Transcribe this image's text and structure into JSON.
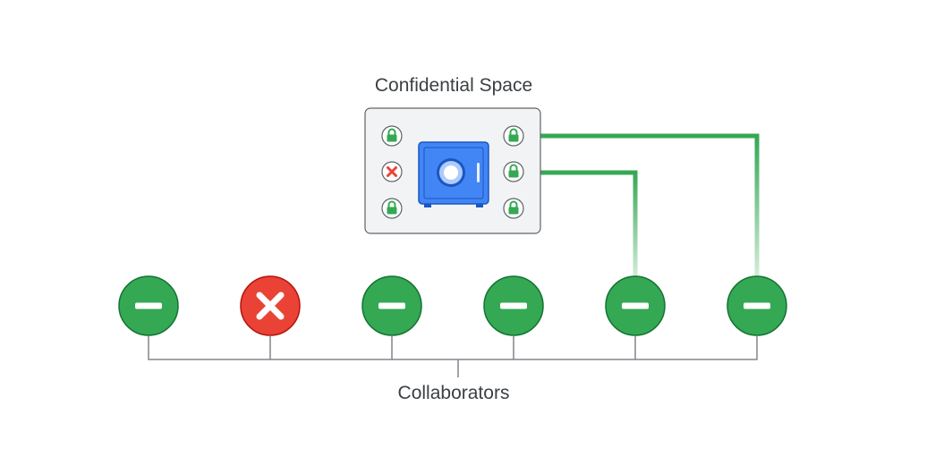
{
  "diagram": {
    "title": "Confidential Space",
    "collaborators_label": "Collaborators",
    "colors": {
      "access_granted": "#34a853",
      "access_denied": "#ea4335",
      "safe": "#4285f4",
      "panel_bg": "#f1f3f4",
      "panel_border": "#5f6368",
      "bracket": "#80868b"
    },
    "collaborators": [
      {
        "id": "collaborator-1",
        "status": "granted",
        "icon": "minus-icon",
        "port": "left-top"
      },
      {
        "id": "collaborator-2",
        "status": "denied",
        "icon": "close-icon",
        "port": "left-middle"
      },
      {
        "id": "collaborator-3",
        "status": "granted",
        "icon": "minus-icon",
        "port": "left-bottom"
      },
      {
        "id": "collaborator-4",
        "status": "granted",
        "icon": "minus-icon",
        "port": "right-bottom"
      },
      {
        "id": "collaborator-5",
        "status": "granted",
        "icon": "minus-icon",
        "port": "right-middle"
      },
      {
        "id": "collaborator-6",
        "status": "granted",
        "icon": "minus-icon",
        "port": "right-top"
      }
    ],
    "ports": [
      {
        "id": "left-top",
        "icon": "lock-icon"
      },
      {
        "id": "left-middle",
        "icon": "close-icon"
      },
      {
        "id": "left-bottom",
        "icon": "lock-icon"
      },
      {
        "id": "right-top",
        "icon": "lock-icon"
      },
      {
        "id": "right-middle",
        "icon": "lock-icon"
      },
      {
        "id": "right-bottom",
        "icon": "lock-icon"
      }
    ],
    "center_icon": "safe-icon"
  }
}
